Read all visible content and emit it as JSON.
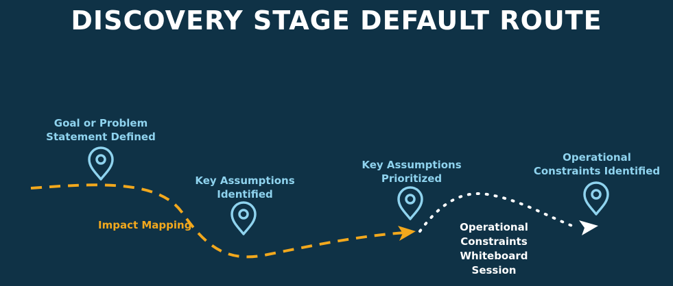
{
  "title": "DISCOVERY STAGE DEFAULT ROUTE",
  "colors": {
    "background": "#0f3246",
    "milestone": "#8fd3ee",
    "route_orange": "#f2a81d",
    "route_white": "#ffffff"
  },
  "milestones": [
    {
      "lines": [
        "Goal or Problem",
        "Statement Defined"
      ],
      "icon": "location-pin-icon"
    },
    {
      "lines": [
        "Key Assumptions",
        "Identified"
      ],
      "icon": "location-pin-icon"
    },
    {
      "lines": [
        "Key Assumptions",
        "Prioritized"
      ],
      "icon": "location-pin-icon"
    },
    {
      "lines": [
        "Operational",
        "Constraints Identified"
      ],
      "icon": "location-pin-icon"
    }
  ],
  "routes": [
    {
      "label": [
        "Impact Mapping"
      ],
      "style": "dashed",
      "color": "#f2a81d"
    },
    {
      "label": [
        "Operational",
        "Constraints",
        "Whiteboard",
        "Session"
      ],
      "style": "dotted",
      "color": "#ffffff"
    }
  ]
}
